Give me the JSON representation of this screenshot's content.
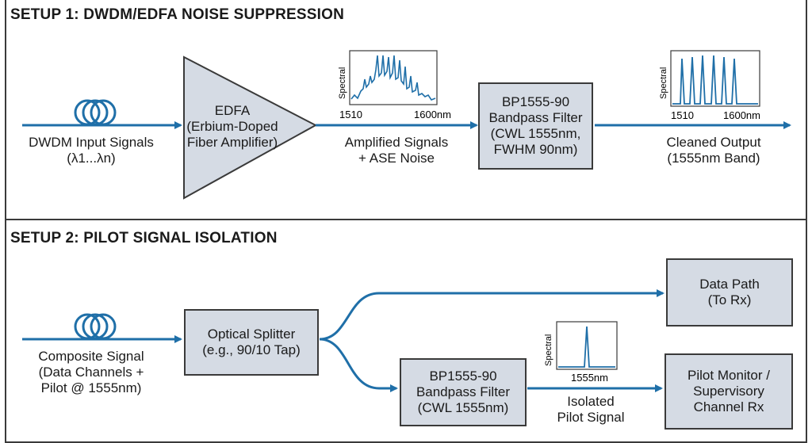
{
  "setup1": {
    "title": "SETUP 1: DWDM/EDFA NOISE SUPPRESSION",
    "input_label_line1": "DWDM Input Signals",
    "input_label_line2": "(λ1...λn)",
    "edfa_line1": "EDFA",
    "edfa_line2": "(Erbium-Doped",
    "edfa_line3": "Fiber Amplifier)",
    "amp_label_line1": "Amplified Signals",
    "amp_label_line2": "+ ASE Noise",
    "spectrum1": {
      "ylabel": "Spectral",
      "x_start": "1510",
      "x_end": "1600nm"
    },
    "filter_line1": "BP1555-90",
    "filter_line2": "Bandpass Filter",
    "filter_line3": "(CWL 1555nm,",
    "filter_line4": "FWHM 90nm)",
    "spectrum2": {
      "ylabel": "Spectral",
      "x_start": "1510",
      "x_end": "1600nm"
    },
    "output_line1": "Cleaned Output",
    "output_line2": "(1555nm Band)"
  },
  "setup2": {
    "title": "SETUP 2: PILOT SIGNAL ISOLATION",
    "input_line1": "Composite Signal",
    "input_line2": "(Data Channels +",
    "input_line3": "Pilot @ 1555nm)",
    "splitter_line1": "Optical Splitter",
    "splitter_line2": "(e.g., 90/10 Tap)",
    "data_path_line1": "Data Path",
    "data_path_line2": "(To Rx)",
    "filter_line1": "BP1555-90",
    "filter_line2": "Bandpass Filter",
    "filter_line3": "(CWL 1555nm)",
    "spectrum3": {
      "ylabel": "Spectral",
      "x_label": "1555nm"
    },
    "isolated_line1": "Isolated",
    "isolated_line2": "Pilot Signal",
    "monitor_line1": "Pilot Monitor /",
    "monitor_line2": "Supervisory",
    "monitor_line3": "Channel Rx"
  },
  "colors": {
    "line": "#1f6fa8",
    "box_fill": "#d5dbe4",
    "border": "#3a3a3a"
  }
}
